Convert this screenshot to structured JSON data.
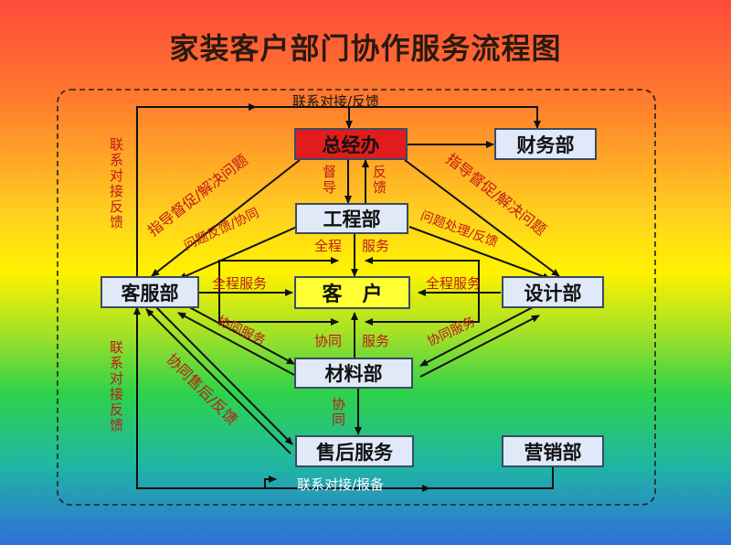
{
  "title": "家装客户部门协作服务流程图",
  "nodes": {
    "gm": "总经办",
    "finance": "财务部",
    "engineering": "工程部",
    "customer": "客　户",
    "service": "客服部",
    "design": "设计部",
    "materials": "材料部",
    "aftersales": "售后服务",
    "marketing": "营销部"
  },
  "labels": {
    "top_link": "联系对接/反馈",
    "left_upper": "联系对接反馈",
    "left_lower": "联系对接反馈",
    "supervise": "督导",
    "feedback": "反馈",
    "guide_left": "指导督促/解决问题",
    "guide_right": "指导督促/解决问题",
    "issue_feedback": "问题反馈/协同",
    "issue_handle": "问题处理/反馈",
    "fullprocess_a": "全程",
    "fullprocess_b": "服务",
    "service_full": "全程服务",
    "design_full": "全程服务",
    "coop_service_left": "协同服务",
    "coop_service_right": "协同服务",
    "coop_a": "协同",
    "coop_b": "服务",
    "coop_vert": "协同",
    "aftersales_feedback": "协同售后/反馈",
    "bottom_link": "联系对接/报备"
  },
  "colors": {
    "label_red": "#c01818",
    "box_fill": "#dfe9f7",
    "box_gm": "#e21c1c",
    "box_customer": "#ffff33",
    "line": "#111111"
  }
}
